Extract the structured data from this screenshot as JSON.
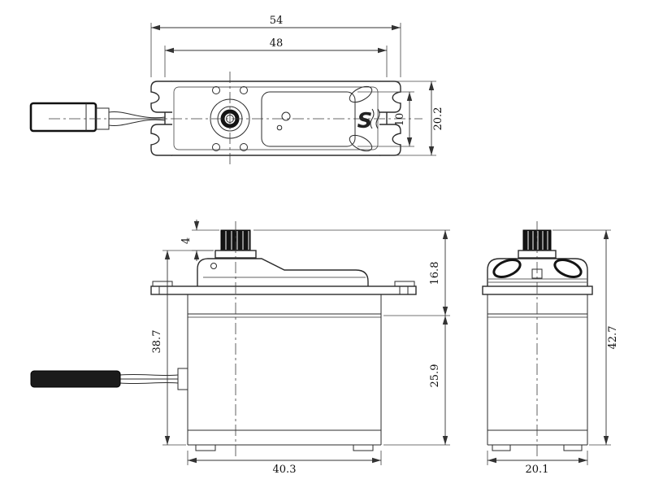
{
  "views": {
    "top": {
      "dims": {
        "overall_width": "54",
        "case_width": "48",
        "depth": "20.2",
        "cover_depth": "10"
      },
      "logo": "S"
    },
    "front": {
      "dims": {
        "spline_height": "4",
        "upper_height": "16.8",
        "body_height": "38.7",
        "lower_height": "25.9",
        "width": "40.3"
      }
    },
    "side": {
      "dims": {
        "total_height": "42.7",
        "depth": "20.1"
      }
    }
  }
}
